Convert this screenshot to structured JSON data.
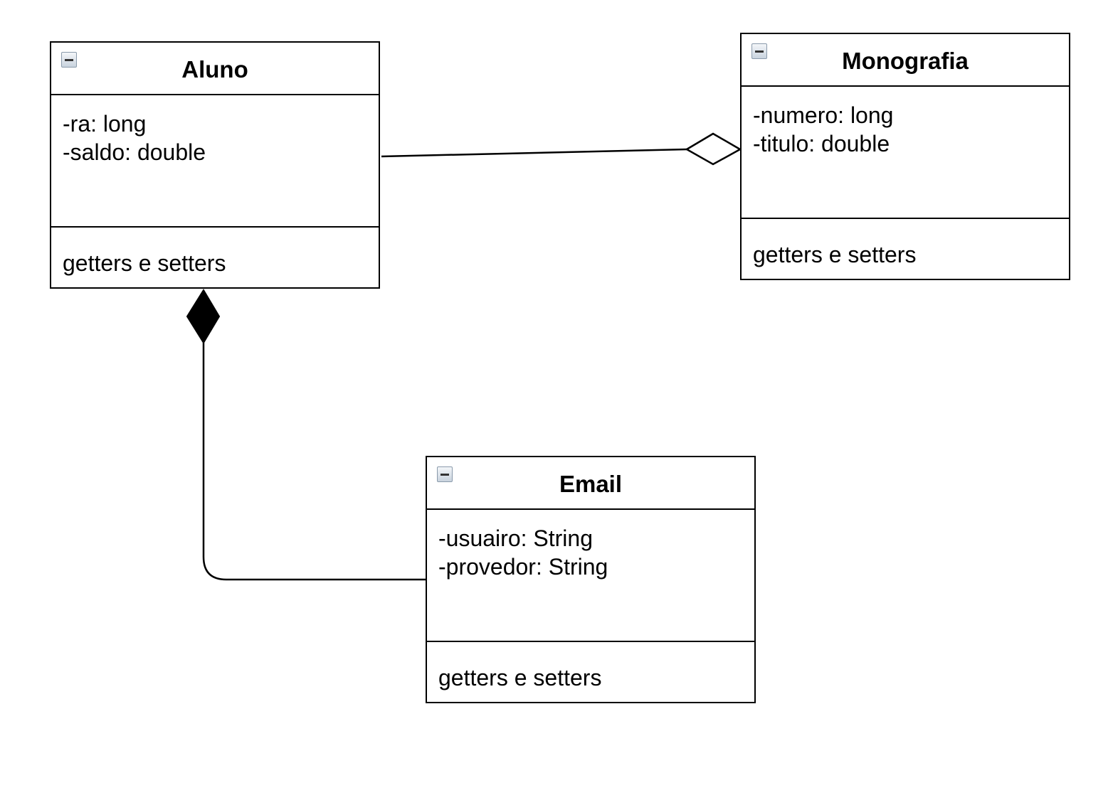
{
  "classes": {
    "aluno": {
      "name": "Aluno",
      "attributes": [
        "-ra: long",
        "-saldo: double"
      ],
      "methods": [
        "getters e setters"
      ]
    },
    "monografia": {
      "name": "Monografia",
      "attributes": [
        "-numero: long",
        "-titulo: double"
      ],
      "methods": [
        "getters e setters"
      ]
    },
    "email": {
      "name": "Email",
      "attributes": [
        "-usuairo: String",
        "-provedor: String"
      ],
      "methods": [
        "getters e setters"
      ]
    }
  },
  "relationships": [
    {
      "from": "Monografia",
      "to": "Aluno",
      "type": "aggregation"
    },
    {
      "from": "Aluno",
      "to": "Email",
      "type": "composition"
    }
  ],
  "colors": {
    "stroke": "#000000",
    "fill": "#ffffff"
  }
}
